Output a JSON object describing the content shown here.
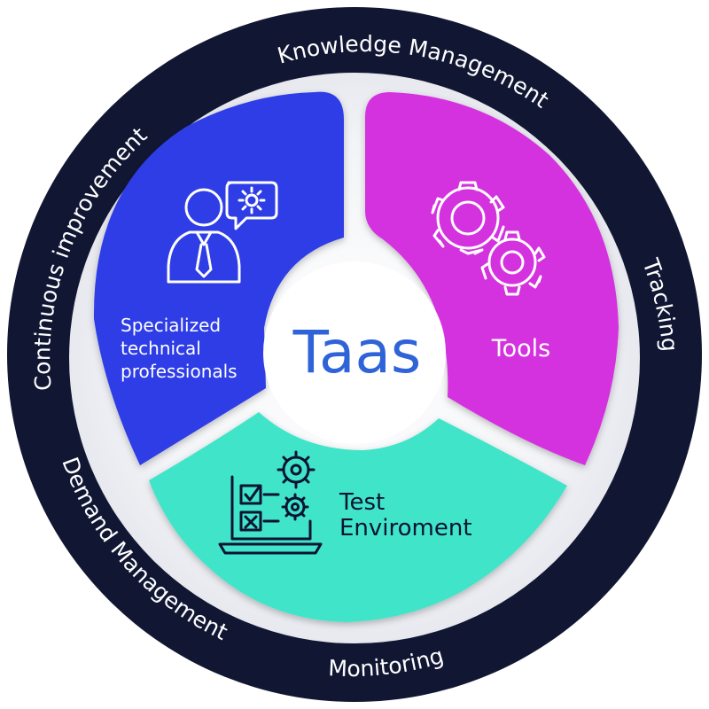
{
  "center": {
    "title": "Taas"
  },
  "outer_ring": {
    "items": [
      {
        "label": "Knowledge Management"
      },
      {
        "label": "Tracking"
      },
      {
        "label": "Monitoring"
      },
      {
        "label": "Demand Management"
      },
      {
        "label": "Continuous improvement"
      }
    ]
  },
  "segments": {
    "professionals": {
      "line1": "Specialized",
      "line2": "technical",
      "line3": "professionals",
      "icon": "professional-person-gear-icon",
      "color": "#2f3de6"
    },
    "tools": {
      "label": "Tools",
      "icon": "gears-icon",
      "color": "#d533df"
    },
    "test_environment": {
      "line1": "Test",
      "line2": "Enviroment",
      "icon": "test-checklist-gear-icon",
      "color": "#3fe5c9"
    }
  },
  "colors": {
    "ring": "#111633",
    "background": "#ffffff",
    "title": "#2f63d8"
  }
}
